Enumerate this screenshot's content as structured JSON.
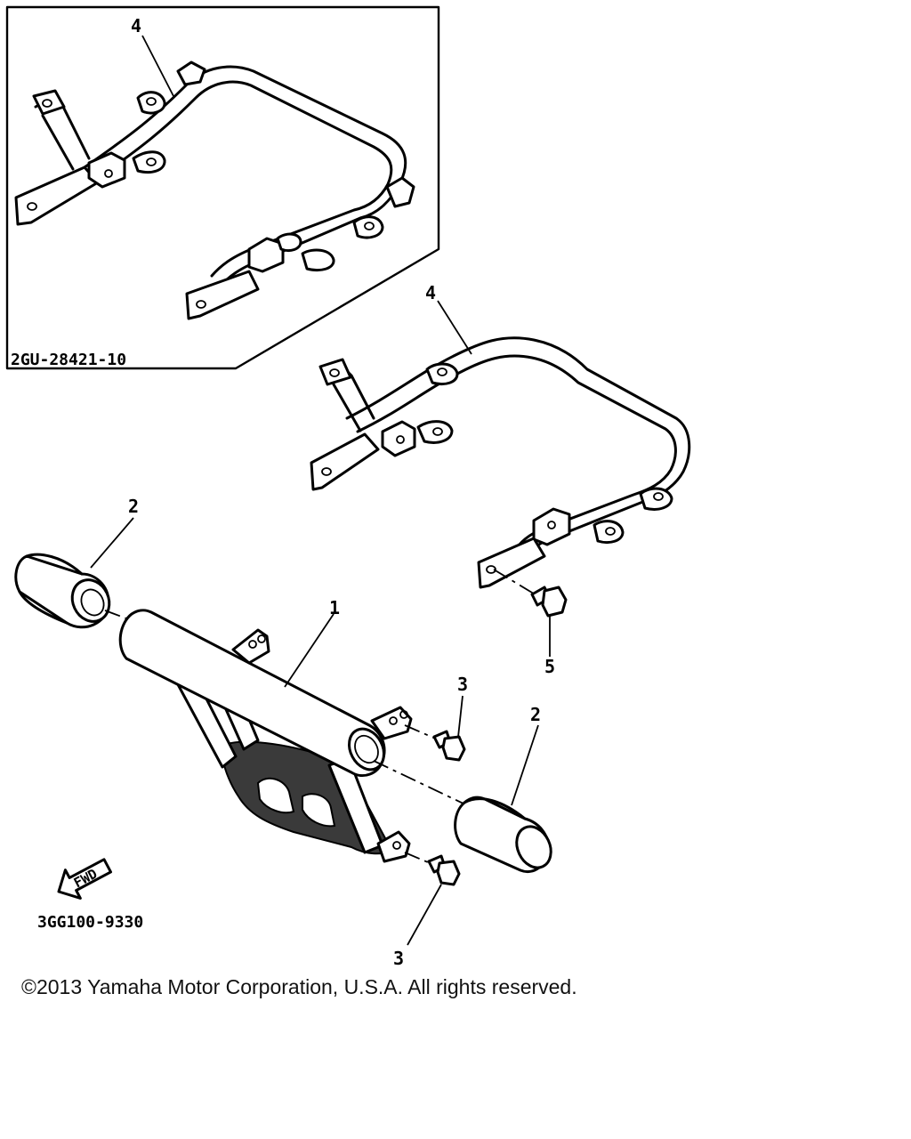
{
  "inset": {
    "part_code": "2GU-28421-10",
    "callout": "4"
  },
  "callouts": {
    "bar": "1",
    "cap_left": "2",
    "cap_right": "2",
    "bolt_upper": "3",
    "bolt_lower": "3",
    "frame": "4",
    "bolt_frame": "5"
  },
  "fwd_label": "FWD",
  "diagram_code": "3GG100-9330",
  "copyright": "©2013 Yamaha Motor Corporation, U.S.A. All rights reserved."
}
